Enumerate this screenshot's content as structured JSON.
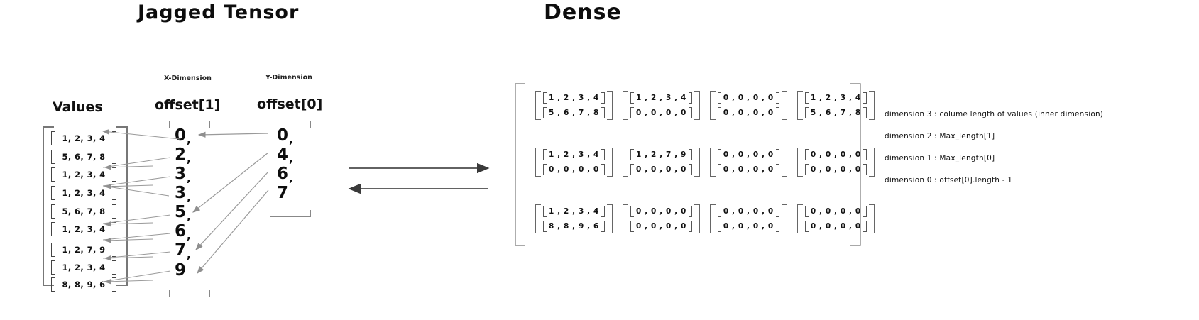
{
  "titles": {
    "left": "Jagged Tensor",
    "right": "Dense"
  },
  "left_panel": {
    "values_header": "Values",
    "offset1_header": "offset[1]",
    "offset1_dim_label": "X-Dimension",
    "offset0_header": "offset[0]",
    "offset0_dim_label": "Y-Dimension",
    "values_rows": [
      "1, 2, 3, 4",
      "5, 6, 7, 8",
      "1, 2, 3, 4",
      "1, 2, 3, 4",
      "5, 6, 7, 8",
      "1, 2, 3, 4",
      "1, 2, 7, 9",
      "1, 2, 3, 4",
      "8, 8, 9, 6"
    ],
    "offset1_values": [
      "0",
      "2",
      "3",
      "3",
      "5",
      "6",
      "7",
      "9"
    ],
    "offset0_values": [
      "0",
      "4",
      "6",
      "7"
    ]
  },
  "dense_panel": {
    "rows": [
      [
        [
          "1 , 2 , 3 , 4",
          "5 , 6 , 7 , 8"
        ],
        [
          "1 , 2 , 3 , 4",
          "0 , 0 , 0 , 0"
        ],
        [
          "0 , 0 , 0 , 0",
          "0 , 0 , 0 , 0"
        ],
        [
          "1 , 2 , 3 , 4",
          "5 , 6 , 7 , 8"
        ]
      ],
      [
        [
          "1 , 2 , 3 , 4",
          "0 , 0 , 0 , 0"
        ],
        [
          "1 , 2 , 7 , 9",
          "0 , 0 , 0 , 0"
        ],
        [
          "0 , 0 , 0 , 0",
          "0 , 0 , 0 , 0"
        ],
        [
          "0 , 0 , 0 , 0",
          "0 , 0 , 0 , 0"
        ]
      ],
      [
        [
          "1 , 2 , 3 , 4",
          "8 , 8 , 9 , 6"
        ],
        [
          "0 , 0 , 0 , 0",
          "0 , 0 , 0 , 0"
        ],
        [
          "0 , 0 , 0 , 0",
          "0 , 0 , 0 , 0"
        ],
        [
          "0 , 0 , 0 , 0",
          "0 , 0 , 0 , 0"
        ]
      ]
    ]
  },
  "notes": [
    "dimension 3 : colume length of values (inner dimension)",
    "dimension 2 : Max_length[1]",
    "dimension 1  : Max_length[0]",
    "dimension 0 : offset[0].length - 1"
  ],
  "colors": {
    "ink": "#0d0d0d",
    "bracket": "#666666",
    "arrow": "#8a8a8a",
    "background": "#ffffff"
  }
}
